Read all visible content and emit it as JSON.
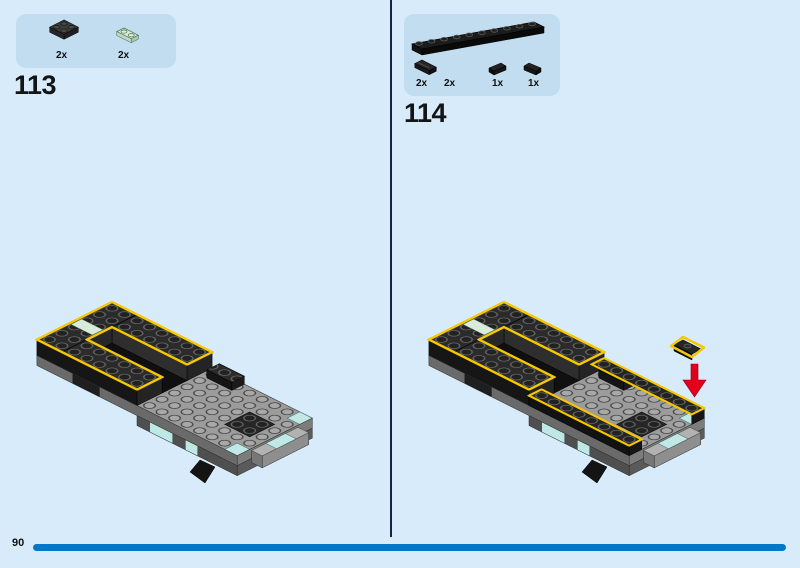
{
  "page": {
    "number": "90"
  },
  "colors": {
    "background": "#d7ebfa",
    "parts_box": "#c3ddf0",
    "divider": "#17233f",
    "progress_bar": "#0077c8",
    "highlight_yellow": "#f6c800",
    "arrow_red": "#e3001b",
    "brick_black": "#262626",
    "brick_gray": "#9c9c9c",
    "brick_mint": "#d9ecdc",
    "brick_teal": "#c2e8e6"
  },
  "steps": {
    "left": {
      "number": "113",
      "parts": [
        {
          "qty": "2x",
          "piece": "dark-gray-plate-2x2"
        },
        {
          "qty": "2x",
          "piece": "mint-plate-1x2"
        }
      ]
    },
    "right": {
      "number": "114",
      "parts": [
        {
          "qty": "2x",
          "piece": "black-curved-slope-1x2"
        },
        {
          "qty": "2x",
          "piece": "black-plate-1x10"
        },
        {
          "qty": "1x",
          "piece": "black-wedge-left"
        },
        {
          "qty": "1x",
          "piece": "black-wedge-right"
        }
      ]
    }
  }
}
